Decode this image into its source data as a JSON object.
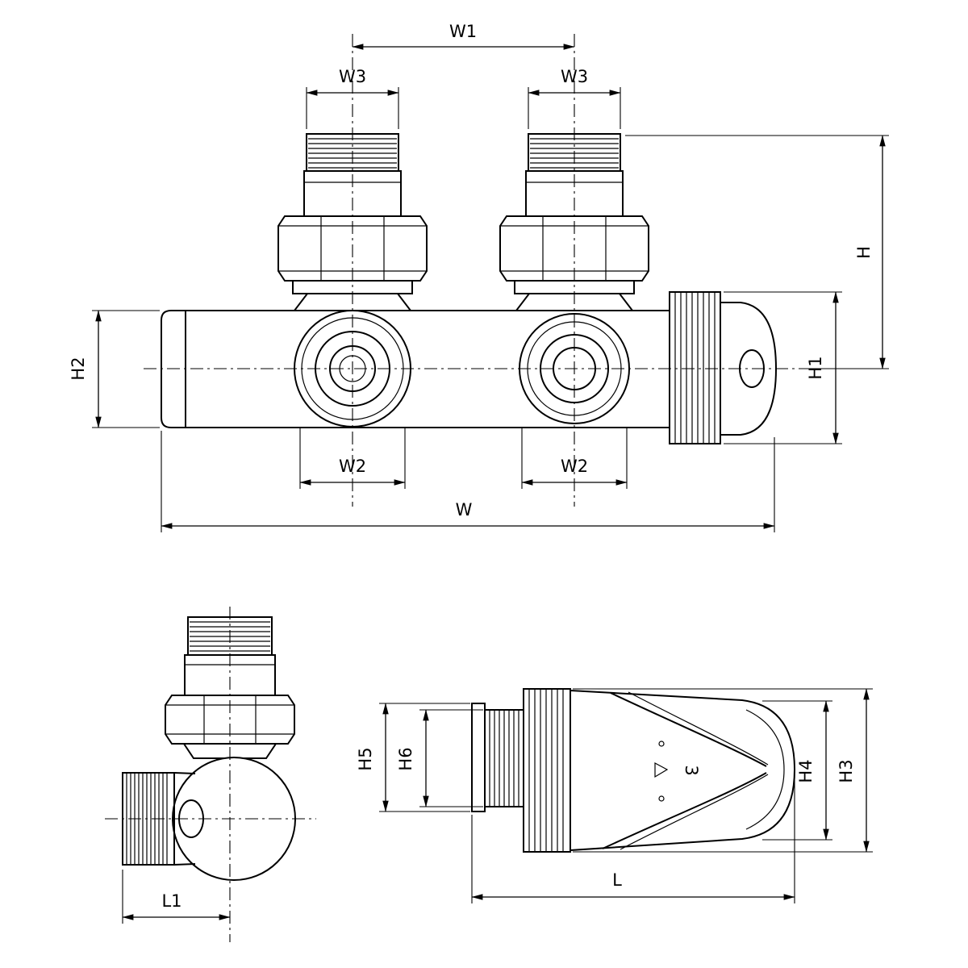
{
  "drawing": {
    "background": "#ffffff",
    "stroke_color": "#000000",
    "front_view": {
      "dim_w1": "W1",
      "dim_w3_left": "W3",
      "dim_w3_right": "W3",
      "dim_h": "H",
      "dim_h1": "H1",
      "dim_h2": "H2",
      "dim_w2_left": "W2",
      "dim_w2_right": "W2",
      "dim_w": "W"
    },
    "side_view": {
      "dim_l1": "L1"
    },
    "head_view": {
      "dim_h5": "H5",
      "dim_h6": "H6",
      "dim_h4": "H4",
      "dim_h3": "H3",
      "dim_l": "L",
      "setting_digit": "3"
    }
  }
}
